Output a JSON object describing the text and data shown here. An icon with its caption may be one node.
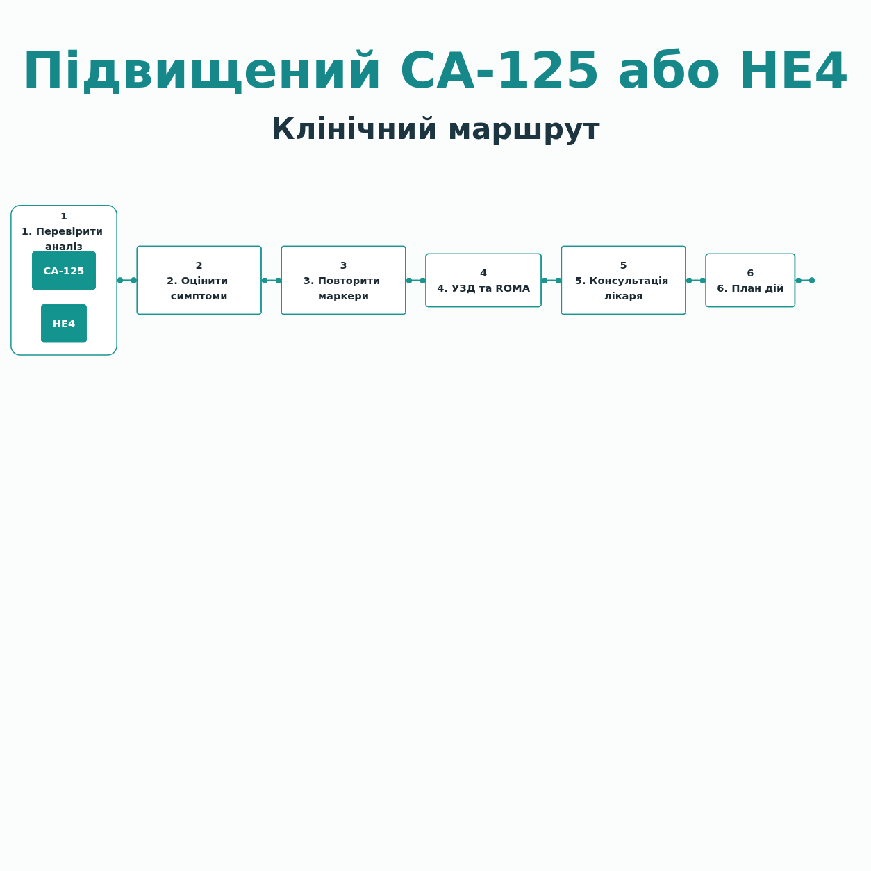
{
  "diagram": {
    "title": "Підвищений CA-125 або HE4",
    "nodes": [
      {
        "text": [
          "1",
          "1. Перевірити аналіз"
        ]
      },
      {
        "text": [
          "CA-125"
        ],
        "in": 0
      },
      {
        "text": [
          "HE4"
        ],
        "in": 0
      },
      {
        "text": [
          "2",
          "2. Оцінити симптоми"
        ]
      },
      {
        "text": [
          "3",
          "3. Повторити маркери"
        ]
      },
      {
        "text": [
          "4",
          "4. УЗД та ROMA"
        ]
      },
      {
        "text": [
          "5",
          "5. Консультація лікаря"
        ]
      },
      {
        "text": [
          "6",
          "6. План дій"
        ]
      }
    ],
    "edges": [
      {
        "from": 0,
        "to": 3,
        "arrow": "other"
      },
      {
        "from": 3,
        "to": 4,
        "arrow": "other"
      },
      {
        "from": 4,
        "to": 5,
        "arrow": "other"
      },
      {
        "from": 5,
        "to": 6,
        "arrow": "other"
      },
      {
        "from": 6,
        "to": 7,
        "arrow": "other"
      },
      {
        "from": 7,
        "to": null,
        "arrow": "other"
      }
    ],
    "labels": [
      "Клінічний маршрут"
    ]
  }
}
